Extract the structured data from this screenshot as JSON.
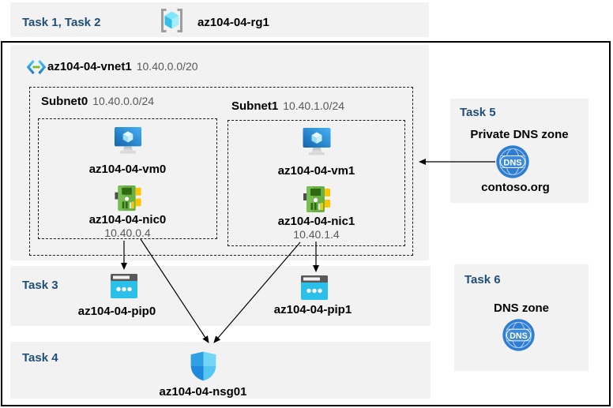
{
  "header": {
    "tasks_label": "Task 1, Task 2",
    "resource_group": "az104-04-rg1"
  },
  "vnet": {
    "name": "az104-04-vnet1",
    "cidr": "10.40.0.0/20",
    "subnets": [
      {
        "name": "Subnet0",
        "cidr": "10.40.0.0/24",
        "vm": "az104-04-vm0",
        "nic": "az104-04-nic0",
        "ip": "10.40.0.4"
      },
      {
        "name": "Subnet1",
        "cidr": "10.40.1.0/24",
        "vm": "az104-04-vm1",
        "nic": "az104-04-nic1",
        "ip": "10.40.1.4"
      }
    ]
  },
  "task3": {
    "label": "Task 3",
    "pip0": "az104-04-pip0",
    "pip1": "az104-04-pip1"
  },
  "task4": {
    "label": "Task 4",
    "nsg": "az104-04-nsg01"
  },
  "task5": {
    "label": "Task 5",
    "title": "Private DNS zone",
    "zone_name": "contoso.org"
  },
  "task6": {
    "label": "Task 6",
    "title": "DNS zone"
  },
  "dns_icon_text": "DNS",
  "colors": {
    "task_heading": "#1f4e79",
    "panel_bg": "#f2f2f2",
    "muted_text": "#595959",
    "label_text": "#000000",
    "arrow": "#000000",
    "vm_blue": "#1265ad",
    "nic_green": "#69b044",
    "nic_yellow": "#fdc500",
    "pip_cyan": "#2bc0ea",
    "nsg_blue": "#2f9fe6",
    "dns_blue": "#2e7dd1",
    "vnet_dot_green": "#76bc2d"
  },
  "icons": {
    "resource_group": "resource-group-icon",
    "virtual_network": "virtual-network-icon",
    "virtual_machine": "virtual-machine-icon",
    "network_interface": "nic-icon",
    "public_ip": "public-ip-icon",
    "nsg": "nsg-shield-icon",
    "dns": "dns-globe-icon"
  }
}
